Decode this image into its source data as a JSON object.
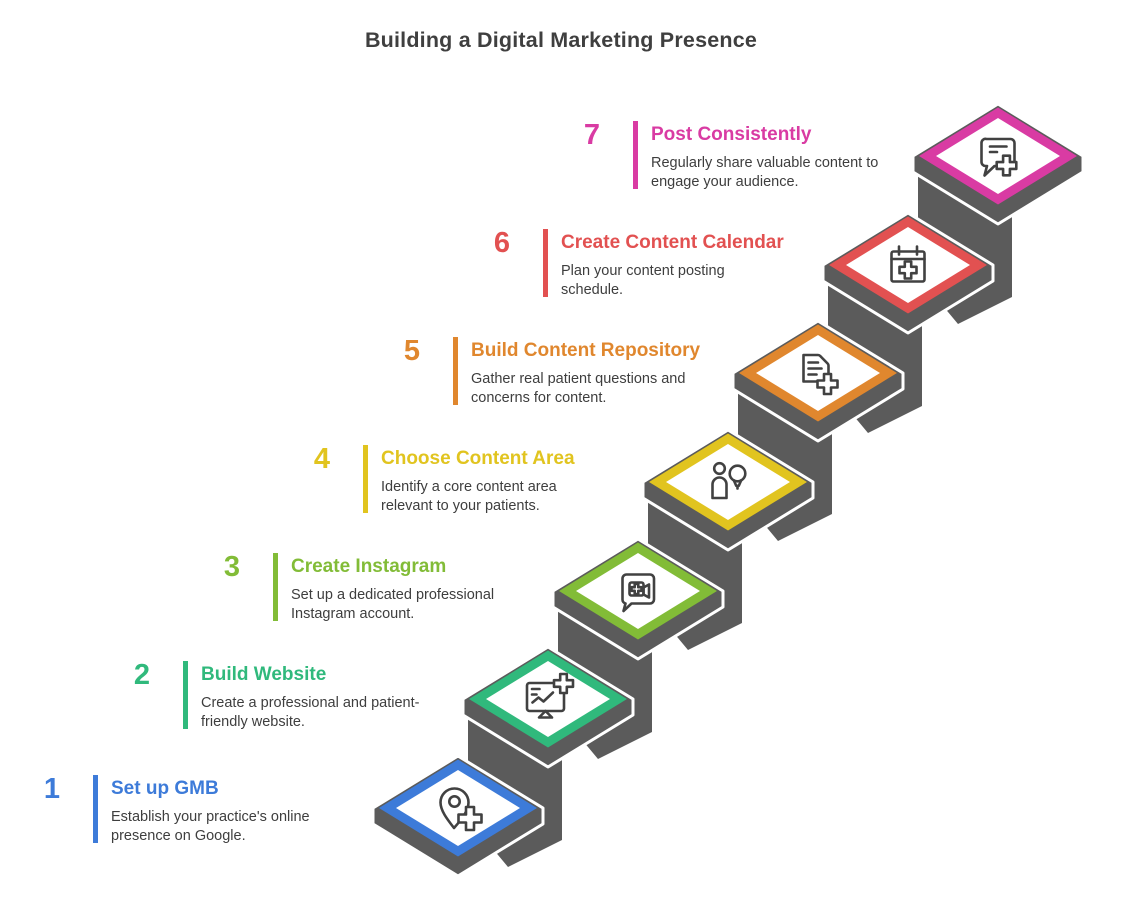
{
  "title": "Building a Digital Marketing Presence",
  "colors": {
    "stair_gray": "#5B5B5B",
    "title_text": "#3F3F3F",
    "body_text": "#3E3E3E",
    "icon_stroke": "#414141",
    "diamond_inner": "#FFFFFF"
  },
  "steps": [
    {
      "number": "1",
      "label": "Set up GMB",
      "description": "Establish your practice's online\npresence on Google.",
      "color": "#3D7BD9",
      "icon": "map-pin-plus-icon"
    },
    {
      "number": "2",
      "label": "Build Website",
      "description": "Create a professional and patient-\nfriendly website.",
      "color": "#30B97C",
      "icon": "monitor-chart-plus-icon"
    },
    {
      "number": "3",
      "label": "Create Instagram",
      "description": "Set up a dedicated professional\nInstagram account.",
      "color": "#82BC37",
      "icon": "video-chat-plus-icon"
    },
    {
      "number": "4",
      "label": "Choose Content Area",
      "description": "Identify a core content area\nrelevant to your patients.",
      "color": "#E1C41F",
      "icon": "person-idea-icon"
    },
    {
      "number": "5",
      "label": "Build Content Repository",
      "description": "Gather real patient questions and\nconcerns for content.",
      "color": "#E0872E",
      "icon": "document-plus-icon"
    },
    {
      "number": "6",
      "label": "Create Content Calendar",
      "description": "Plan your content posting\nschedule.",
      "color": "#E25151",
      "icon": "calendar-plus-icon"
    },
    {
      "number": "7",
      "label": "Post Consistently",
      "description": "Regularly share valuable content to\nengage your audience.",
      "color": "#D93BA3",
      "icon": "chat-plus-icon"
    }
  ]
}
